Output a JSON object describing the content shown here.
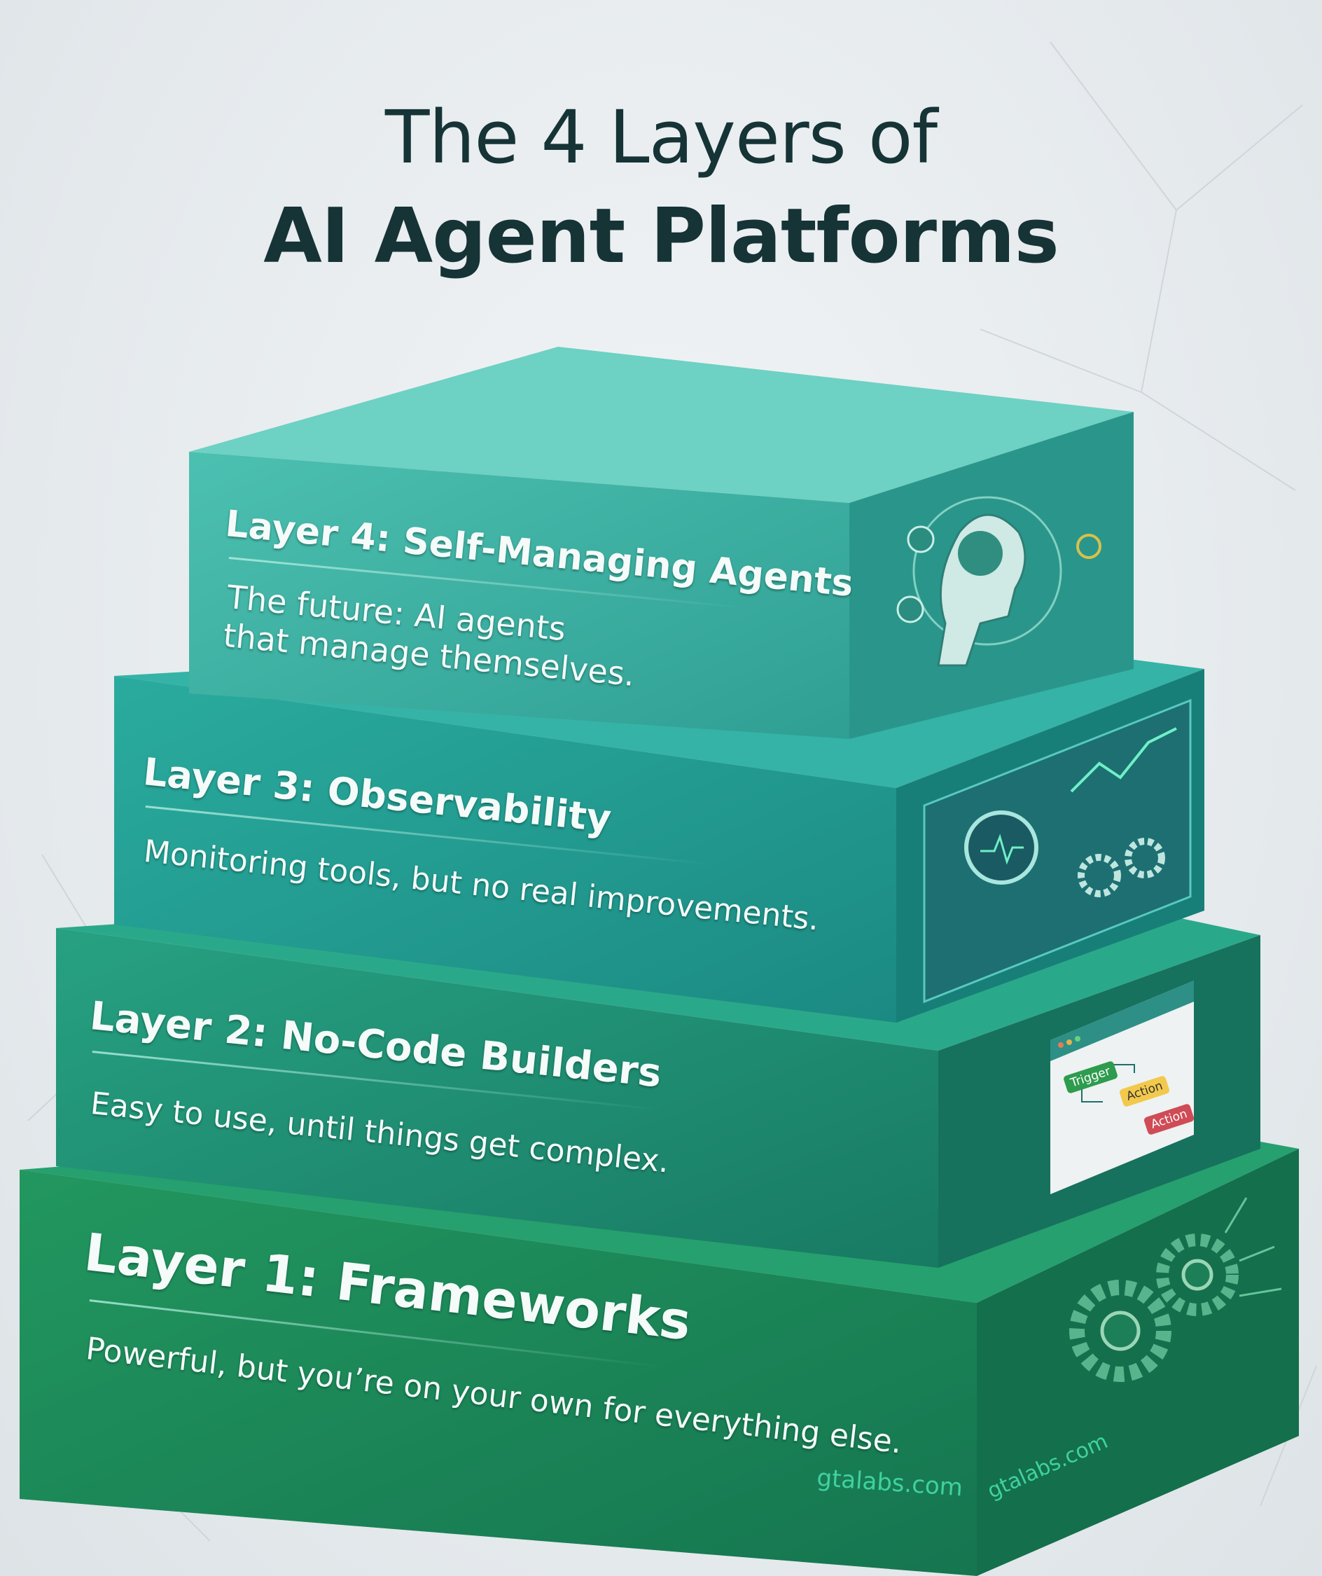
{
  "title": {
    "line1": "The 4 Layers of",
    "line2": "AI Agent Platforms"
  },
  "layers": [
    {
      "title": "Layer 4: Self-Managing Agents",
      "description_line1": "The future: AI agents",
      "description_line2": "that manage themselves.",
      "icon": "robot-head-brain-icon"
    },
    {
      "title": "Layer 3: Observability",
      "description": "Monitoring tools, but no real improvements.",
      "icon": "dashboard-magnifier-icon"
    },
    {
      "title": "Layer 2: No-Code Builders",
      "description": "Easy to use, until things get complex.",
      "icon": "workflow-builder-icon",
      "flow_nodes": [
        "Trigger",
        "Action",
        "Action"
      ]
    },
    {
      "title": "Layer 1: Frameworks",
      "description": "Powerful, but you’re on your own for everything else.",
      "icon": "gears-circuit-icon"
    }
  ],
  "watermark": "gtalabs.com",
  "colors": {
    "title": "#163336",
    "layer4": "#3fb3a5",
    "layer3": "#22a195",
    "layer2": "#1f9477",
    "layer1": "#1a8a62",
    "watermark": "#3fd2a0"
  }
}
